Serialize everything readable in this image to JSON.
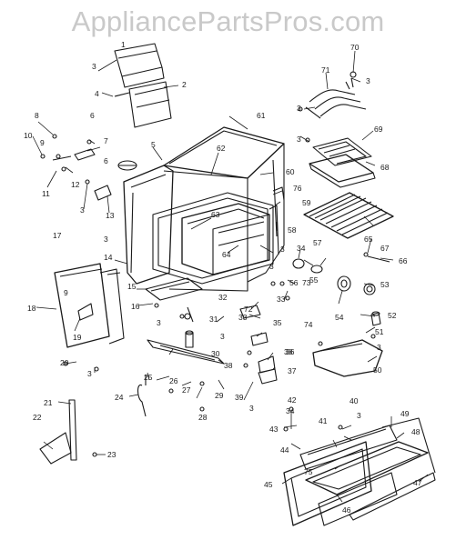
{
  "watermark": "AppliancePartsPros.com",
  "callouts": {
    "c1": "1",
    "c2": "2",
    "c3": "3",
    "c4": "4",
    "c5": "5",
    "c6": "6",
    "c7": "7",
    "c8": "8",
    "c9": "9",
    "c10": "10",
    "c11": "11",
    "c12": "12",
    "c13": "13",
    "c14": "14",
    "c15": "15",
    "c16": "16",
    "c17": "17",
    "c18": "18",
    "c19": "19",
    "c20": "20",
    "c21": "21",
    "c22": "22",
    "c23": "23",
    "c24": "24",
    "c25": "25",
    "c26": "26",
    "c27": "27",
    "c28": "28",
    "c29": "29",
    "c30": "30",
    "c31": "31",
    "c32": "32",
    "c33": "33",
    "c34": "34",
    "c35": "35",
    "c36": "36",
    "c37": "37",
    "c38": "38",
    "c39": "39",
    "c40": "40",
    "c41": "41",
    "c42": "42",
    "c43": "43",
    "c44": "44",
    "c45": "45",
    "c46": "46",
    "c47": "47",
    "c48": "48",
    "c49": "49",
    "c50": "50",
    "c51": "51",
    "c52": "52",
    "c53": "53",
    "c54": "54",
    "c55": "55",
    "c56": "56",
    "c57": "57",
    "c58": "58",
    "c59": "59",
    "c60": "60",
    "c61": "61",
    "c62": "62",
    "c63": "63",
    "c64": "64",
    "c65": "65",
    "c66": "66",
    "c67": "67",
    "c68": "68",
    "c69": "69",
    "c70": "70",
    "c71": "71",
    "c72": "72",
    "c73": "73",
    "c74": "74",
    "c75": "75",
    "c76": "76"
  }
}
